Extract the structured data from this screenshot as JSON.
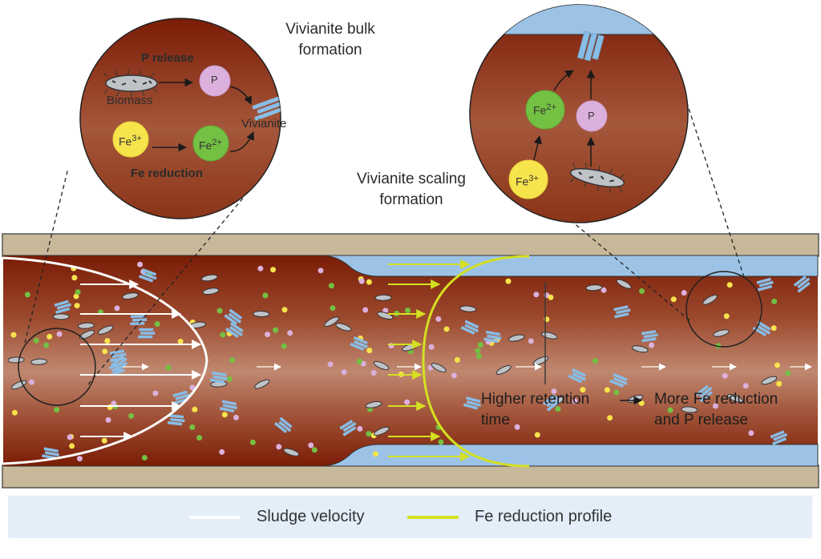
{
  "labels": {
    "bulk_title_line1": "Vivianite bulk",
    "bulk_title_line2": "formation",
    "scaling_title_line1": "Vivianite scaling",
    "scaling_title_line2": "formation"
  },
  "bulk_inset": {
    "p_release": "P release",
    "biomass": "Biomass",
    "p": "P",
    "fe3": "Fe",
    "fe3_sup": "3+",
    "fe2": "Fe",
    "fe2_sup": "2+",
    "vivianite": "Vivianite",
    "fe_reduction": "Fe reduction"
  },
  "scaling_inset": {
    "fe2": "Fe",
    "fe2_sup": "2+",
    "fe3": "Fe",
    "fe3_sup": "3+",
    "p": "P"
  },
  "pipe_annotation": {
    "left_line1": "Higher retention",
    "left_line2": "time",
    "right_line1": "More Fe reduction",
    "right_line2": "and P release"
  },
  "legend": {
    "items": [
      {
        "label": "Sludge velocity",
        "color": "#ffffff"
      },
      {
        "label": "Fe reduction profile",
        "color": "#d4e021"
      }
    ]
  },
  "colors": {
    "sludge_brown": "#8a2a10",
    "pipe_wall": "#c8b89a",
    "scale_blue": "#9cc3e6",
    "fe3_yellow": "#f7e34c",
    "fe2_green": "#74c043",
    "p_pink": "#dcb0dc",
    "velocity_white": "#ffffff",
    "fe_profile_yellow": "#d4e021"
  }
}
